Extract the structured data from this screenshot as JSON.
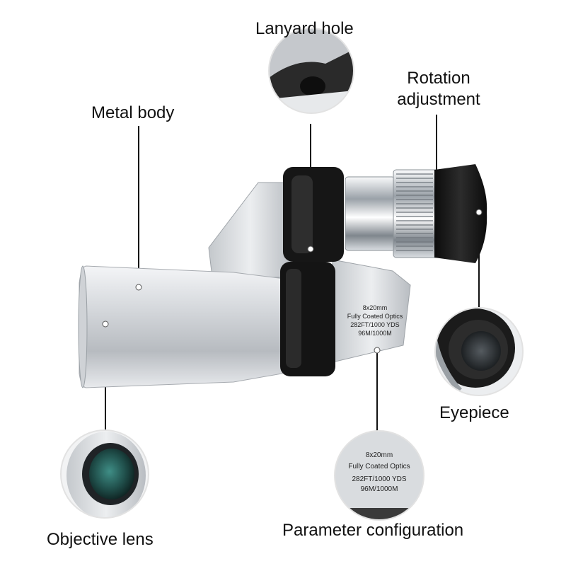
{
  "labels": {
    "lanyard_hole": "Lanyard hole",
    "rotation_adjustment_line1": "Rotation",
    "rotation_adjustment_line2": "adjustment",
    "metal_body": "Metal body",
    "eyepiece": "Eyepiece",
    "objective_lens": "Objective lens",
    "parameter_configuration": "Parameter configuration"
  },
  "spec_plate": {
    "line1": "8x20mm",
    "line2": "Fully Coated Optics",
    "line3": "282FT/1000 YDS",
    "line4": "96M/1000M"
  },
  "colors": {
    "background": "#ffffff",
    "leader_line": "#111111",
    "metal_silver": "#c9cbce",
    "rubber_black": "#1a1a1a",
    "chrome": "#dfe3e8",
    "lens_tint": "#2f6f6a"
  }
}
